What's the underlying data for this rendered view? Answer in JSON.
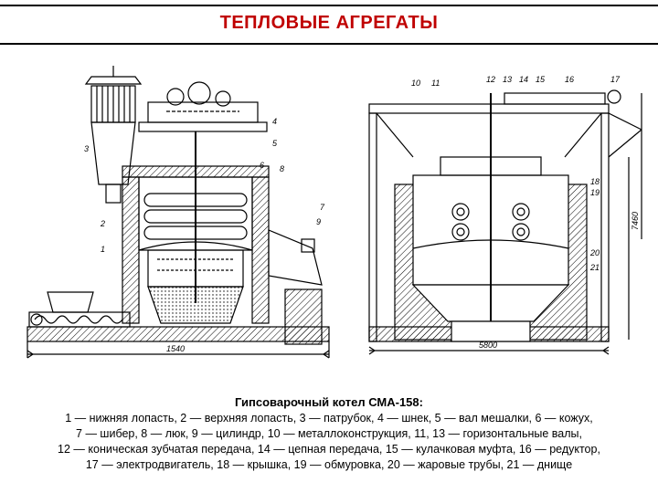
{
  "slide": {
    "title": "ТЕПЛОВЫЕ АГРЕГАТЫ",
    "title_color": "#c00000"
  },
  "drawing": {
    "left_callouts": [
      "3",
      "2",
      "1",
      "4",
      "5",
      "6",
      "8",
      "7",
      "9"
    ],
    "right_callouts": [
      "10",
      "11",
      "12",
      "13",
      "14",
      "15",
      "16",
      "17",
      "18",
      "19",
      "20",
      "21"
    ],
    "left_dimension": "1540",
    "right_dimension": "5800",
    "height_dimension": "7460"
  },
  "caption": {
    "title": "Гипсоварочный котел СМА-158:",
    "lines": [
      "1 — нижняя лопасть, 2 — верхняя лопасть, 3 — патрубок, 4 — шнек, 5 — вал мешалки, 6 — кожух,",
      "7 — шибер, 8 — люк, 9 — цилиндр, 10 — металлоконструкция, 11, 13 — горизонтальные валы,",
      "12 — коническая зубчатая передача, 14 — цепная передача, 15 — кулачковая муфта, 16 — редуктор,",
      "17 — электродвигатель, 18 — крышка, 19 — обмуровка, 20 — жаровые трубы, 21 — днище"
    ]
  }
}
